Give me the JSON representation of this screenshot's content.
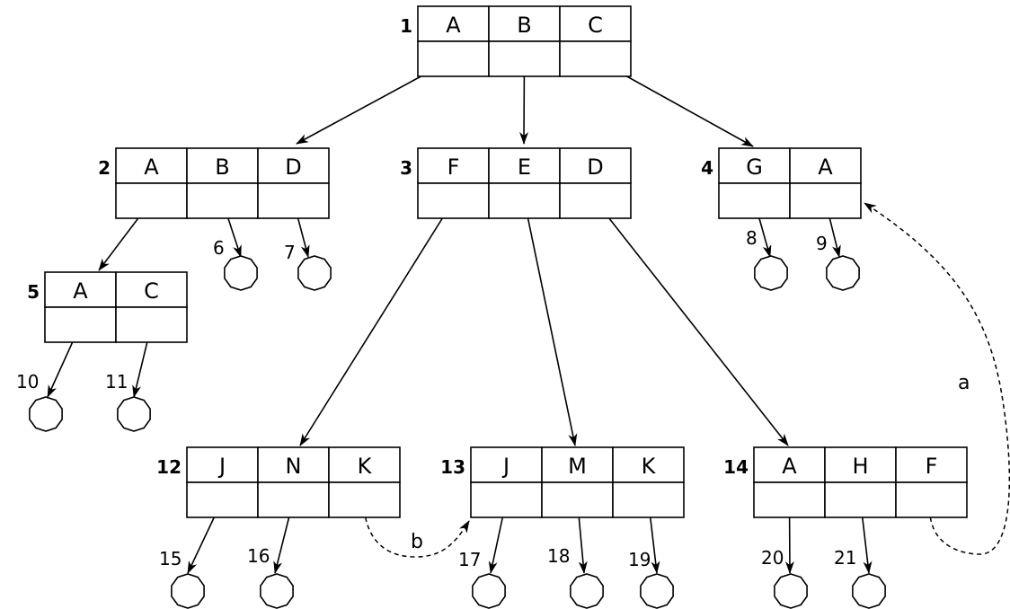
{
  "nodes": [
    {
      "id": "1",
      "keys": [
        "A",
        "B",
        "C"
      ]
    },
    {
      "id": "2",
      "keys": [
        "A",
        "B",
        "D"
      ]
    },
    {
      "id": "3",
      "keys": [
        "F",
        "E",
        "D"
      ]
    },
    {
      "id": "4",
      "keys": [
        "G",
        "A"
      ]
    },
    {
      "id": "5",
      "keys": [
        "A",
        "C"
      ]
    },
    {
      "id": "12",
      "keys": [
        "J",
        "N",
        "K"
      ]
    },
    {
      "id": "13",
      "keys": [
        "J",
        "M",
        "K"
      ]
    },
    {
      "id": "14",
      "keys": [
        "A",
        "H",
        "F"
      ]
    }
  ],
  "leaves": [
    "6",
    "7",
    "8",
    "9",
    "10",
    "11",
    "15",
    "16",
    "17",
    "18",
    "19",
    "20",
    "21"
  ],
  "edges": [
    {
      "from": "1",
      "slot": 0,
      "to": "2"
    },
    {
      "from": "1",
      "slot": 1,
      "to": "3"
    },
    {
      "from": "1",
      "slot": 2,
      "to": "4"
    },
    {
      "from": "2",
      "slot": 0,
      "to": "5"
    },
    {
      "from": "2",
      "slot": 1,
      "to": "6"
    },
    {
      "from": "2",
      "slot": 2,
      "to": "7"
    },
    {
      "from": "3",
      "slot": 0,
      "to": "12"
    },
    {
      "from": "3",
      "slot": 1,
      "to": "13"
    },
    {
      "from": "3",
      "slot": 2,
      "to": "14"
    },
    {
      "from": "4",
      "slot": 0,
      "to": "8"
    },
    {
      "from": "4",
      "slot": 1,
      "to": "9"
    },
    {
      "from": "5",
      "slot": 0,
      "to": "10"
    },
    {
      "from": "5",
      "slot": 1,
      "to": "11"
    },
    {
      "from": "12",
      "slot": 0,
      "to": "15"
    },
    {
      "from": "12",
      "slot": 1,
      "to": "16"
    },
    {
      "from": "13",
      "slot": 0,
      "to": "17"
    },
    {
      "from": "13",
      "slot": 1,
      "to": "18"
    },
    {
      "from": "13",
      "slot": 2,
      "to": "19"
    },
    {
      "from": "14",
      "slot": 0,
      "to": "20"
    },
    {
      "from": "14",
      "slot": 1,
      "to": "21"
    }
  ],
  "links": [
    {
      "label": "a",
      "from": "14",
      "slot": 2,
      "to": "4"
    },
    {
      "label": "b",
      "from": "12",
      "slot": 2,
      "to": "13"
    }
  ]
}
